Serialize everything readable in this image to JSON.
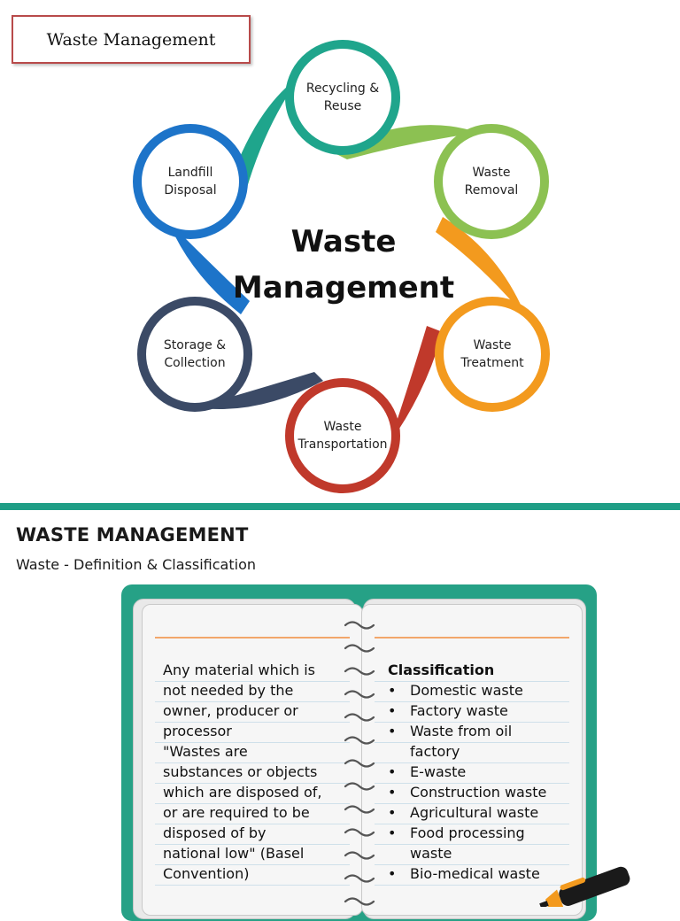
{
  "slide1": {
    "title_box": "Waste Management",
    "center": {
      "line1": "Waste",
      "line2": "Management"
    },
    "nodes": [
      {
        "line1": "Recycling &",
        "line2": "Reuse",
        "color": "#1fa58c"
      },
      {
        "line1": "Waste",
        "line2": "Removal",
        "color": "#8cc152"
      },
      {
        "line1": "Waste",
        "line2": "Treatment",
        "color": "#f39a1e"
      },
      {
        "line1": "Waste",
        "line2": "Transportation",
        "color": "#c0392b"
      },
      {
        "line1": "Storage &",
        "line2": "Collection",
        "color": "#3b4a66"
      },
      {
        "line1": "Landfill",
        "line2": "Disposal",
        "color": "#1d74c9"
      }
    ]
  },
  "slide2": {
    "title": "WASTE MANAGEMENT",
    "subtitle": "Waste - Definition & Classification",
    "accent_color": "#26a186",
    "left_lines": [
      "Any material which is",
      "not needed by the",
      "owner, producer or",
      "processor",
      "\"Wastes are",
      "substances or objects",
      "which are disposed of,",
      "or are required to be",
      "disposed of by",
      "national low\" (Basel",
      "Convention)"
    ],
    "right_heading": "Classification",
    "bullet": "•",
    "classification": [
      [
        "Domestic waste"
      ],
      [
        "Factory waste"
      ],
      [
        "Waste from oil",
        "factory"
      ],
      [
        "E-waste"
      ],
      [
        "Construction waste"
      ],
      [
        "Agricultural waste"
      ],
      [
        "Food processing",
        "waste"
      ],
      [
        "Bio-medical waste"
      ]
    ]
  }
}
